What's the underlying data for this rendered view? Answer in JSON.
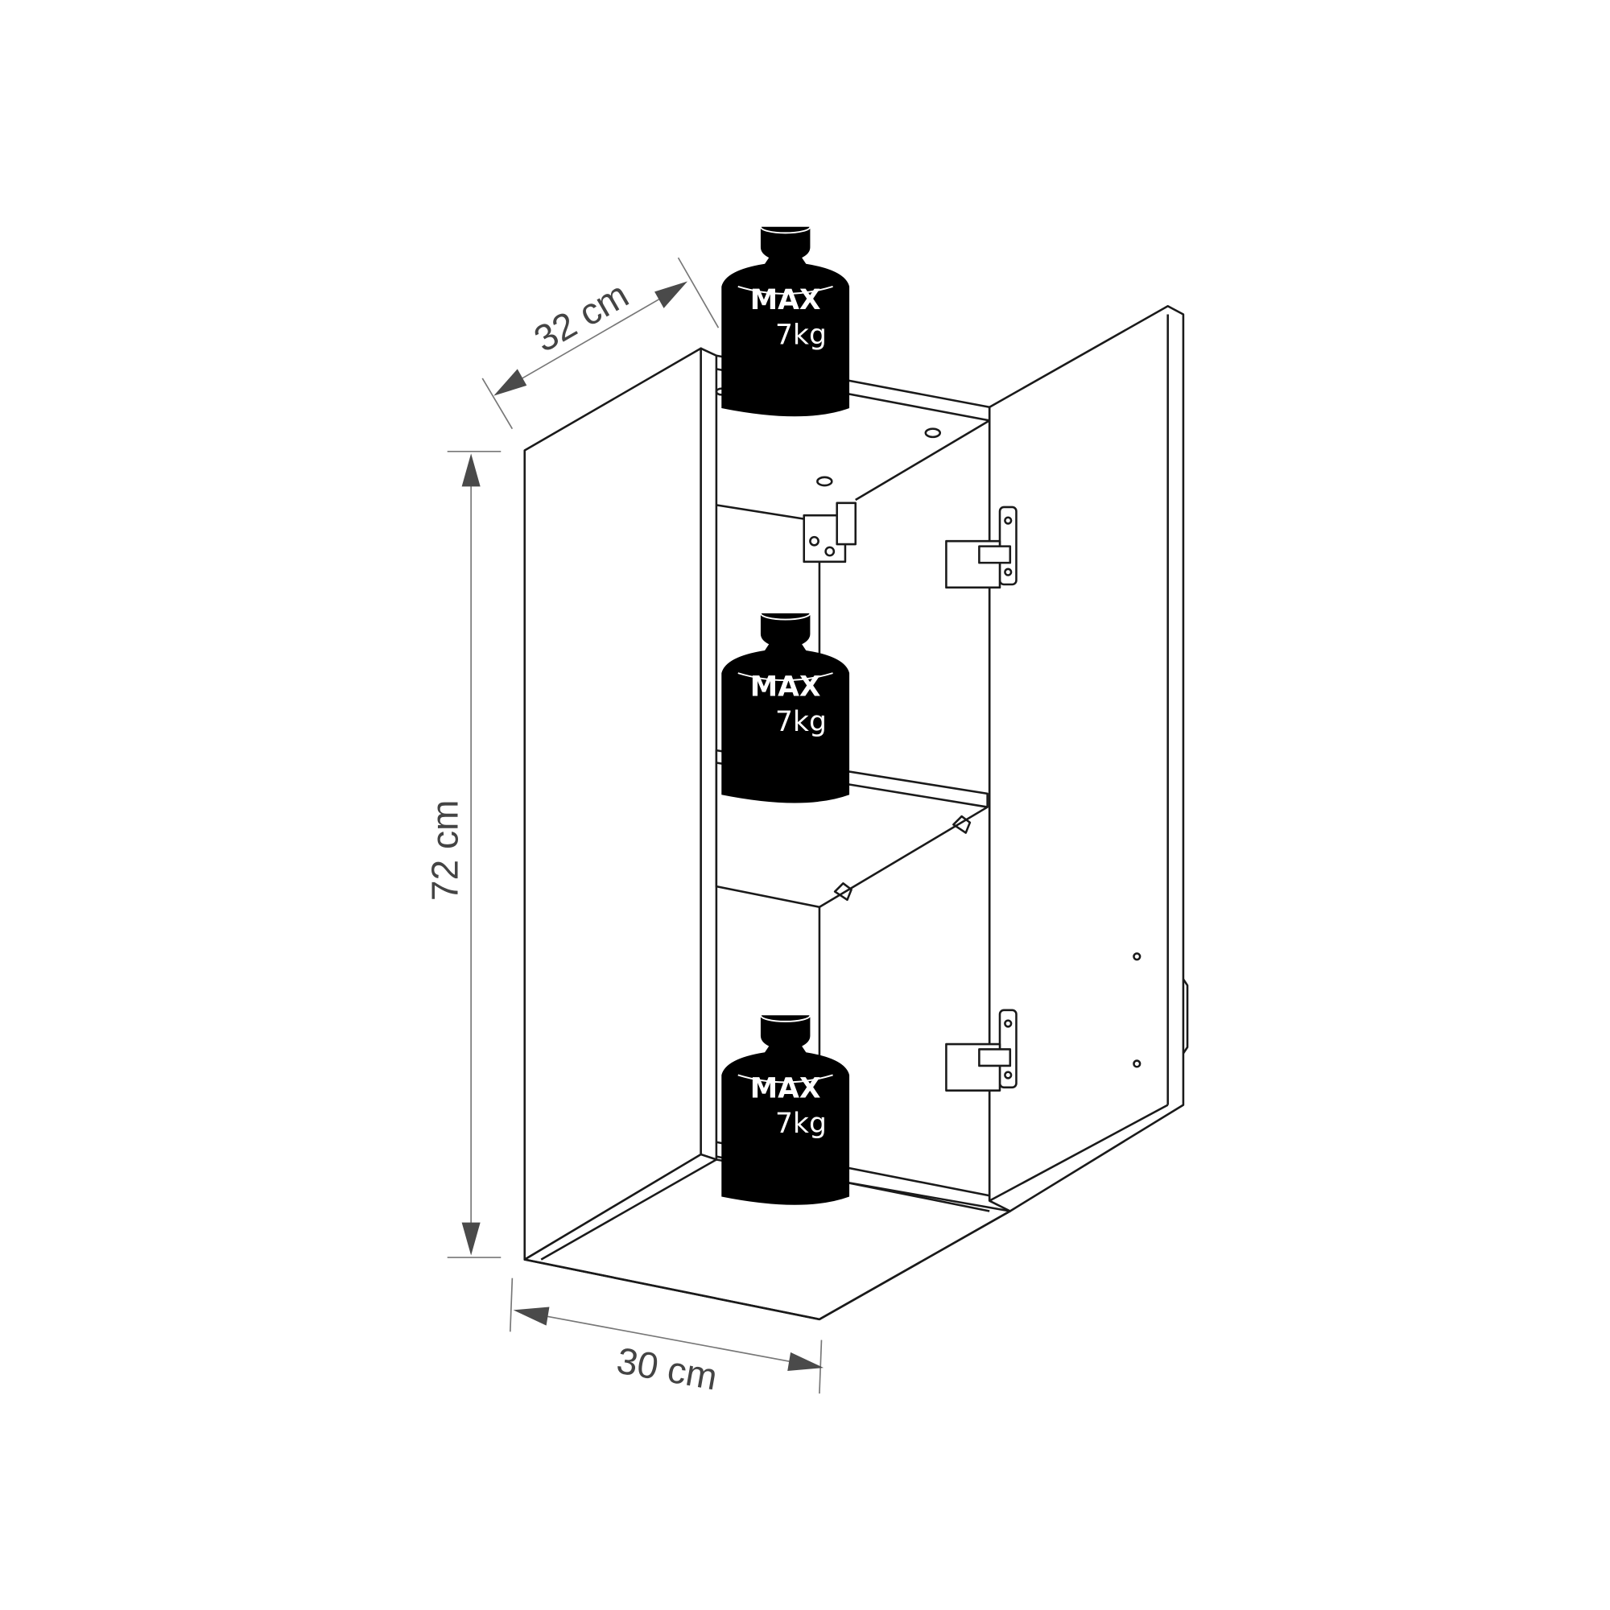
{
  "dimensions": {
    "height": "72 cm",
    "width": "30 cm",
    "depth": "32 cm"
  },
  "weights": [
    {
      "max": "MAX",
      "load": "7kg"
    },
    {
      "max": "MAX",
      "load": "7kg"
    },
    {
      "max": "MAX",
      "load": "7kg"
    }
  ]
}
